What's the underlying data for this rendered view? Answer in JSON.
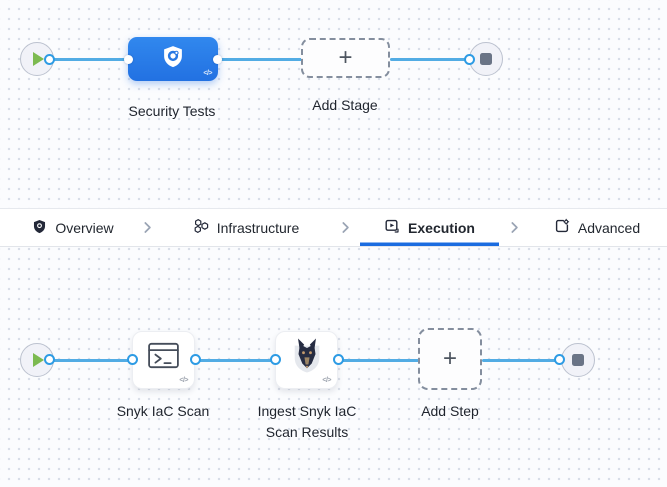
{
  "stage_graph": {
    "stage_label": "Security Tests",
    "add_stage_label": "Add Stage",
    "code_glyph": "</>",
    "plus_glyph": "+"
  },
  "tab_bar": {
    "tabs": [
      {
        "label": "Overview",
        "icon": "shield-icon",
        "selected": false
      },
      {
        "label": "Infrastructure",
        "icon": "infrastructure-icon",
        "selected": false
      },
      {
        "label": "Execution",
        "icon": "execution-icon",
        "selected": true
      },
      {
        "label": "Advanced",
        "icon": "advanced-icon",
        "selected": false
      }
    ]
  },
  "execution_graph": {
    "steps": [
      {
        "label": "Snyk IaC Scan",
        "icon": "terminal-icon"
      },
      {
        "label": "Ingest Snyk IaC Scan Results",
        "icon": "snyk-dog-icon"
      }
    ],
    "add_step_label": "Add Step",
    "code_glyph": "</>",
    "plus_glyph": "+"
  },
  "colors": {
    "accent_blue": "#1b6ce0",
    "node_blue": "#2979e3",
    "connector_blue": "#52ace4",
    "play_green": "#7cba50",
    "end_slate": "#6a7486"
  }
}
